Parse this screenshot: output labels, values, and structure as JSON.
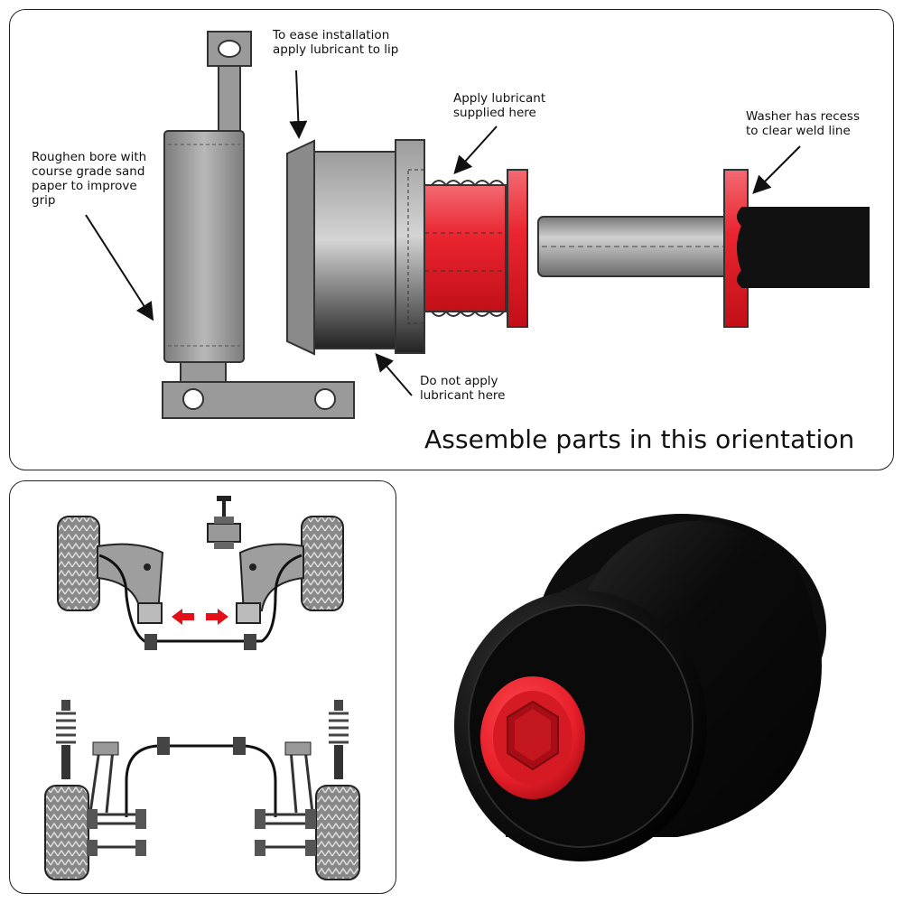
{
  "callouts": {
    "lubricant_lip": "To ease installation\napply lubricant to lip",
    "lubricant_supplied": "Apply lubricant\nsupplied here",
    "washer_recess": "Washer has recess\nto clear weld line",
    "roughen_bore": "Roughen bore with\ncourse grade sand\npaper to improve\ngrip",
    "no_lubricant": "Do not apply\nlubricant here"
  },
  "headline": "Assemble parts in this orientation",
  "colors": {
    "red_insert": "#e8202a",
    "black_bush": "#0c0c0c",
    "grey_part": "#9a9a9a",
    "arrow_red": "#e3101a"
  },
  "icons": {
    "arrow_left": "red-arrow-left-icon",
    "arrow_right": "red-arrow-right-icon"
  }
}
